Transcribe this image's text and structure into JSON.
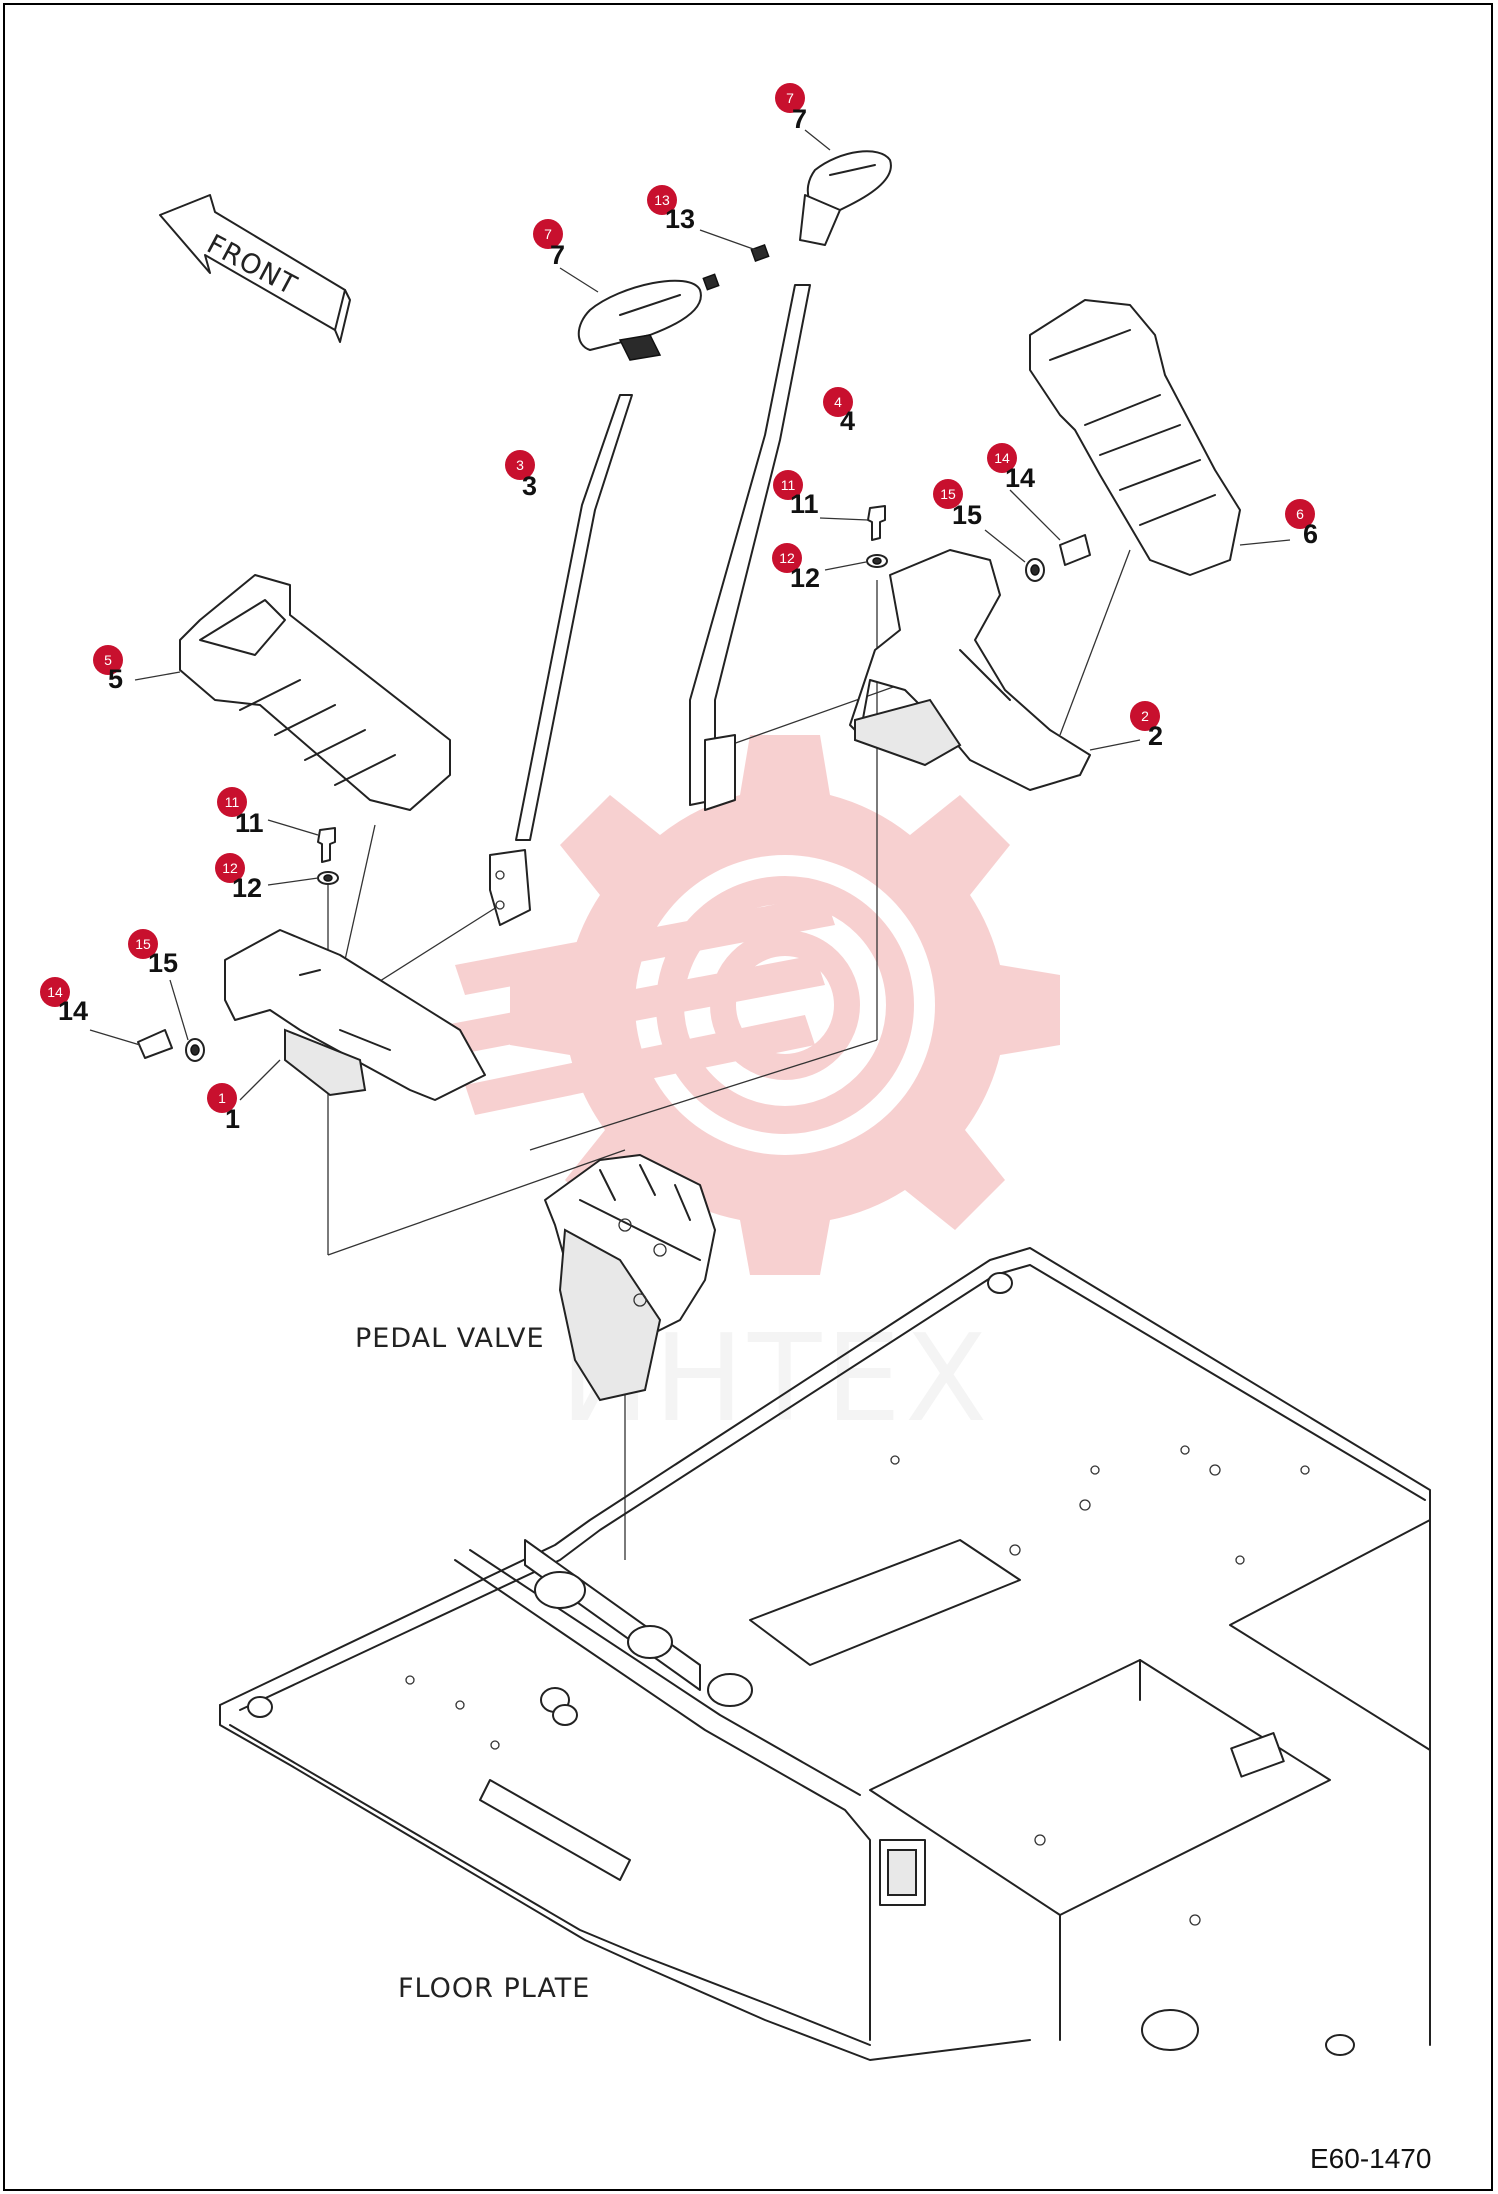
{
  "diagram": {
    "front_label": "FRONT",
    "pedal_valve_label": "PEDAL VALVE",
    "floor_plate_label": "FLOOR PLATE",
    "figure_code": "E60-1470",
    "watermark_text": "ИНТЕХ",
    "colors": {
      "badge": "#c8102e",
      "watermark_red": "#e87a7a",
      "line": "#222222"
    },
    "callouts": [
      {
        "badge": "1",
        "label": "1"
      },
      {
        "badge": "2",
        "label": "2"
      },
      {
        "badge": "3",
        "label": "3"
      },
      {
        "badge": "4",
        "label": "4"
      },
      {
        "badge": "5",
        "label": "5"
      },
      {
        "badge": "6",
        "label": "6"
      },
      {
        "badge": "7",
        "label": "7"
      },
      {
        "badge": "7",
        "label": "7"
      },
      {
        "badge": "11",
        "label": "11"
      },
      {
        "badge": "11",
        "label": "11"
      },
      {
        "badge": "12",
        "label": "12"
      },
      {
        "badge": "12",
        "label": "12"
      },
      {
        "badge": "13",
        "label": "13"
      },
      {
        "badge": "14",
        "label": "14"
      },
      {
        "badge": "14",
        "label": "14"
      },
      {
        "badge": "15",
        "label": "15"
      },
      {
        "badge": "15",
        "label": "15"
      }
    ]
  }
}
